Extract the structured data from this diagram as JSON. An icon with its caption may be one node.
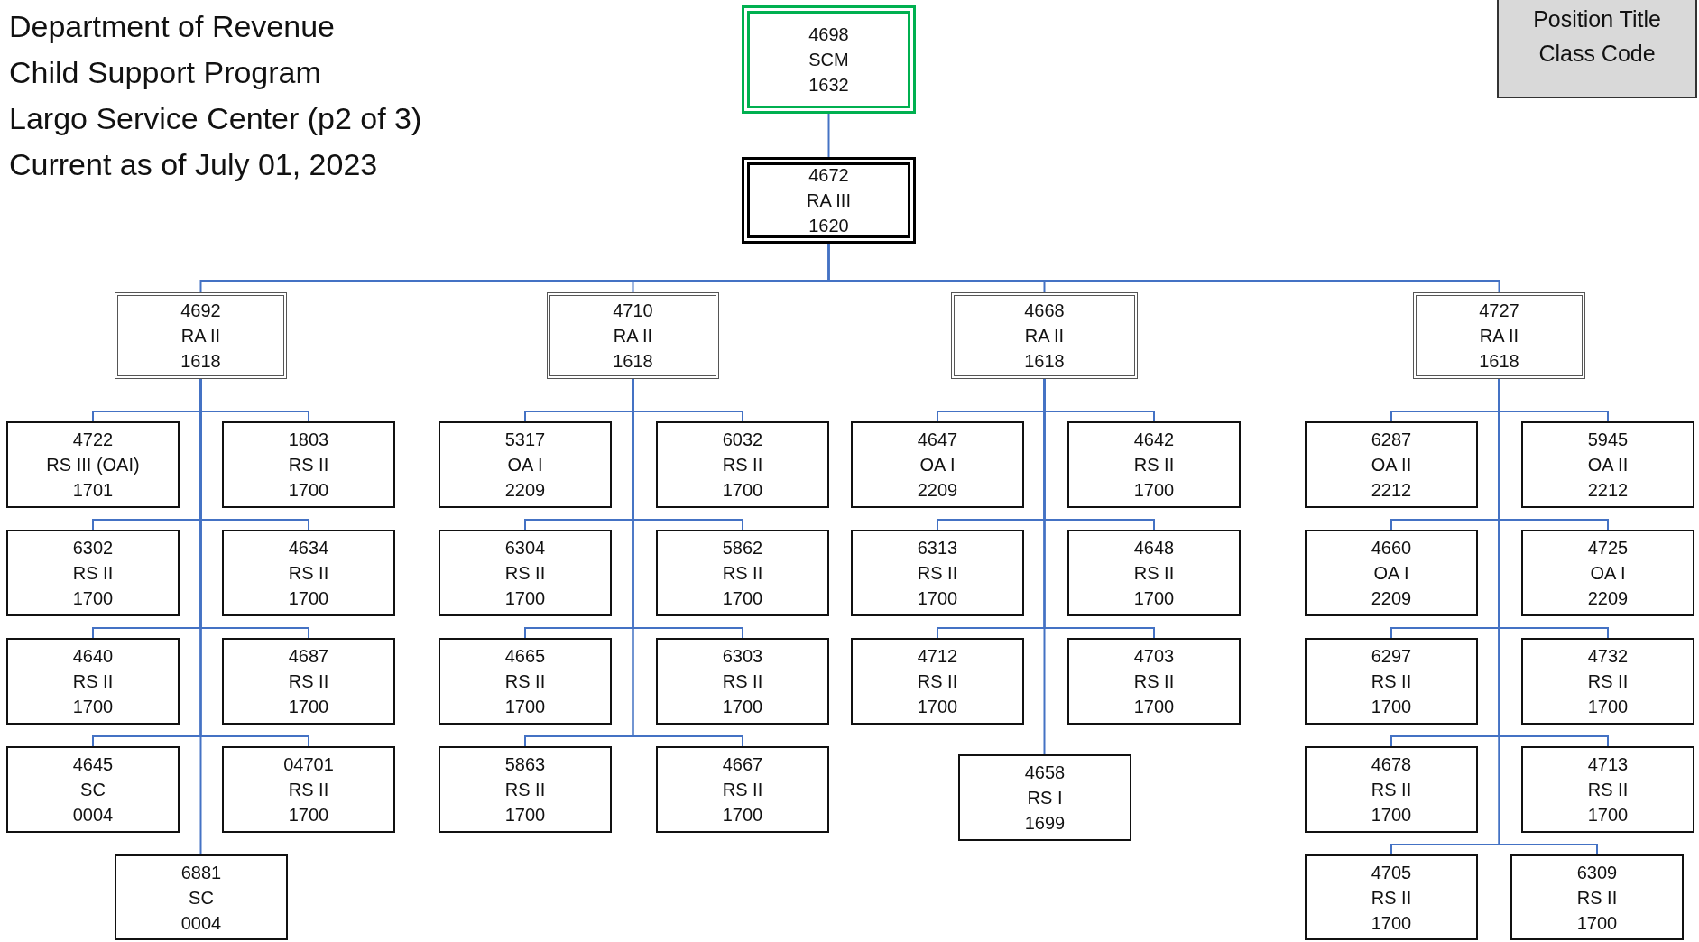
{
  "diagram": {
    "nodes": [
      {
        "text": [
          "4698",
          "SCM",
          "1632"
        ]
      },
      {
        "text": [
          "4672",
          "RA III",
          "1620"
        ]
      },
      {
        "text": [
          "4692",
          "RA II",
          "1618"
        ]
      },
      {
        "text": [
          "4710",
          "RA II",
          "1618"
        ]
      },
      {
        "text": [
          "4668",
          "RA II",
          "1618"
        ]
      },
      {
        "text": [
          "4727",
          "RA II",
          "1618"
        ]
      },
      {
        "text": [
          "4722",
          "RS III (OAI)",
          "1701"
        ]
      },
      {
        "text": [
          "1803",
          "RS II",
          "1700"
        ]
      },
      {
        "text": [
          "6302",
          "RS II",
          "1700"
        ]
      },
      {
        "text": [
          "4634",
          "RS II",
          "1700"
        ]
      },
      {
        "text": [
          "4640",
          "RS II",
          "1700"
        ]
      },
      {
        "text": [
          "4687",
          "RS II",
          "1700"
        ]
      },
      {
        "text": [
          "4645",
          "SC",
          "0004"
        ]
      },
      {
        "text": [
          "04701",
          "RS II",
          "1700"
        ]
      },
      {
        "text": [
          "6881",
          "SC",
          "0004"
        ]
      },
      {
        "text": [
          "5317",
          "OA I",
          "2209"
        ]
      },
      {
        "text": [
          "6032",
          "RS II",
          "1700"
        ]
      },
      {
        "text": [
          "6304",
          "RS II",
          "1700"
        ]
      },
      {
        "text": [
          "5862",
          "RS II",
          "1700"
        ]
      },
      {
        "text": [
          "4665",
          "RS II",
          "1700"
        ]
      },
      {
        "text": [
          "6303",
          "RS II",
          "1700"
        ]
      },
      {
        "text": [
          "5863",
          "RS II",
          "1700"
        ]
      },
      {
        "text": [
          "4667",
          "RS II",
          "1700"
        ]
      },
      {
        "text": [
          "4647",
          "OA I",
          "2209"
        ]
      },
      {
        "text": [
          "4642",
          "RS II",
          "1700"
        ]
      },
      {
        "text": [
          "6313",
          "RS II",
          "1700"
        ]
      },
      {
        "text": [
          "4648",
          "RS II",
          "1700"
        ]
      },
      {
        "text": [
          "4712",
          "RS II",
          "1700"
        ]
      },
      {
        "text": [
          "4703",
          "RS II",
          "1700"
        ]
      },
      {
        "text": [
          "4658",
          "RS I",
          "1699"
        ]
      },
      {
        "text": [
          "6287",
          "OA II",
          "2212"
        ]
      },
      {
        "text": [
          "5945",
          "OA II",
          "2212"
        ]
      },
      {
        "text": [
          "4660",
          "OA I",
          "2209"
        ]
      },
      {
        "text": [
          "4725",
          "OA I",
          "2209"
        ]
      },
      {
        "text": [
          "6297",
          "RS II",
          "1700"
        ]
      },
      {
        "text": [
          "4732",
          "RS II",
          "1700"
        ]
      },
      {
        "text": [
          "4678",
          "RS II",
          "1700"
        ]
      },
      {
        "text": [
          "4713",
          "RS II",
          "1700"
        ]
      },
      {
        "text": [
          "4705",
          "RS II",
          "1700"
        ]
      },
      {
        "text": [
          "6309",
          "RS II",
          "1700"
        ]
      },
      {
        "text": [
          "Position Title",
          "Class Code"
        ]
      }
    ],
    "edges": [
      {
        "from": 0,
        "to": 1,
        "arrow": "none"
      },
      {
        "from": 1,
        "to": 2,
        "arrow": "none"
      },
      {
        "from": 1,
        "to": 3,
        "arrow": "none"
      },
      {
        "from": 1,
        "to": 4,
        "arrow": "none"
      },
      {
        "from": 1,
        "to": 5,
        "arrow": "none"
      },
      {
        "from": 2,
        "to": 6,
        "arrow": "none"
      },
      {
        "from": 2,
        "to": 7,
        "arrow": "none"
      },
      {
        "from": 2,
        "to": 8,
        "arrow": "none"
      },
      {
        "from": 2,
        "to": 9,
        "arrow": "none"
      },
      {
        "from": 2,
        "to": 10,
        "arrow": "none"
      },
      {
        "from": 2,
        "to": 11,
        "arrow": "none"
      },
      {
        "from": 2,
        "to": 12,
        "arrow": "none"
      },
      {
        "from": 2,
        "to": 13,
        "arrow": "none"
      },
      {
        "from": 2,
        "to": 14,
        "arrow": "none"
      },
      {
        "from": 3,
        "to": 15,
        "arrow": "none"
      },
      {
        "from": 3,
        "to": 16,
        "arrow": "none"
      },
      {
        "from": 3,
        "to": 17,
        "arrow": "none"
      },
      {
        "from": 3,
        "to": 18,
        "arrow": "none"
      },
      {
        "from": 3,
        "to": 19,
        "arrow": "none"
      },
      {
        "from": 3,
        "to": 20,
        "arrow": "none"
      },
      {
        "from": 3,
        "to": 21,
        "arrow": "none"
      },
      {
        "from": 3,
        "to": 22,
        "arrow": "none"
      },
      {
        "from": 4,
        "to": 23,
        "arrow": "none"
      },
      {
        "from": 4,
        "to": 24,
        "arrow": "none"
      },
      {
        "from": 4,
        "to": 25,
        "arrow": "none"
      },
      {
        "from": 4,
        "to": 26,
        "arrow": "none"
      },
      {
        "from": 4,
        "to": 27,
        "arrow": "none"
      },
      {
        "from": 4,
        "to": 28,
        "arrow": "none"
      },
      {
        "from": 4,
        "to": 29,
        "arrow": "none"
      },
      {
        "from": 5,
        "to": 30,
        "arrow": "none"
      },
      {
        "from": 5,
        "to": 31,
        "arrow": "none"
      },
      {
        "from": 5,
        "to": 32,
        "arrow": "none"
      },
      {
        "from": 5,
        "to": 33,
        "arrow": "none"
      },
      {
        "from": 5,
        "to": 34,
        "arrow": "none"
      },
      {
        "from": 5,
        "to": 35,
        "arrow": "none"
      },
      {
        "from": 5,
        "to": 36,
        "arrow": "none"
      },
      {
        "from": 5,
        "to": 37,
        "arrow": "none"
      },
      {
        "from": 5,
        "to": 38,
        "arrow": "none"
      },
      {
        "from": 5,
        "to": 39,
        "arrow": "none"
      }
    ],
    "labels": [
      "Department of Revenue",
      "Child Support Program",
      "Largo Service Center (p2 of 3)",
      "Current as of July 01, 2023"
    ]
  }
}
